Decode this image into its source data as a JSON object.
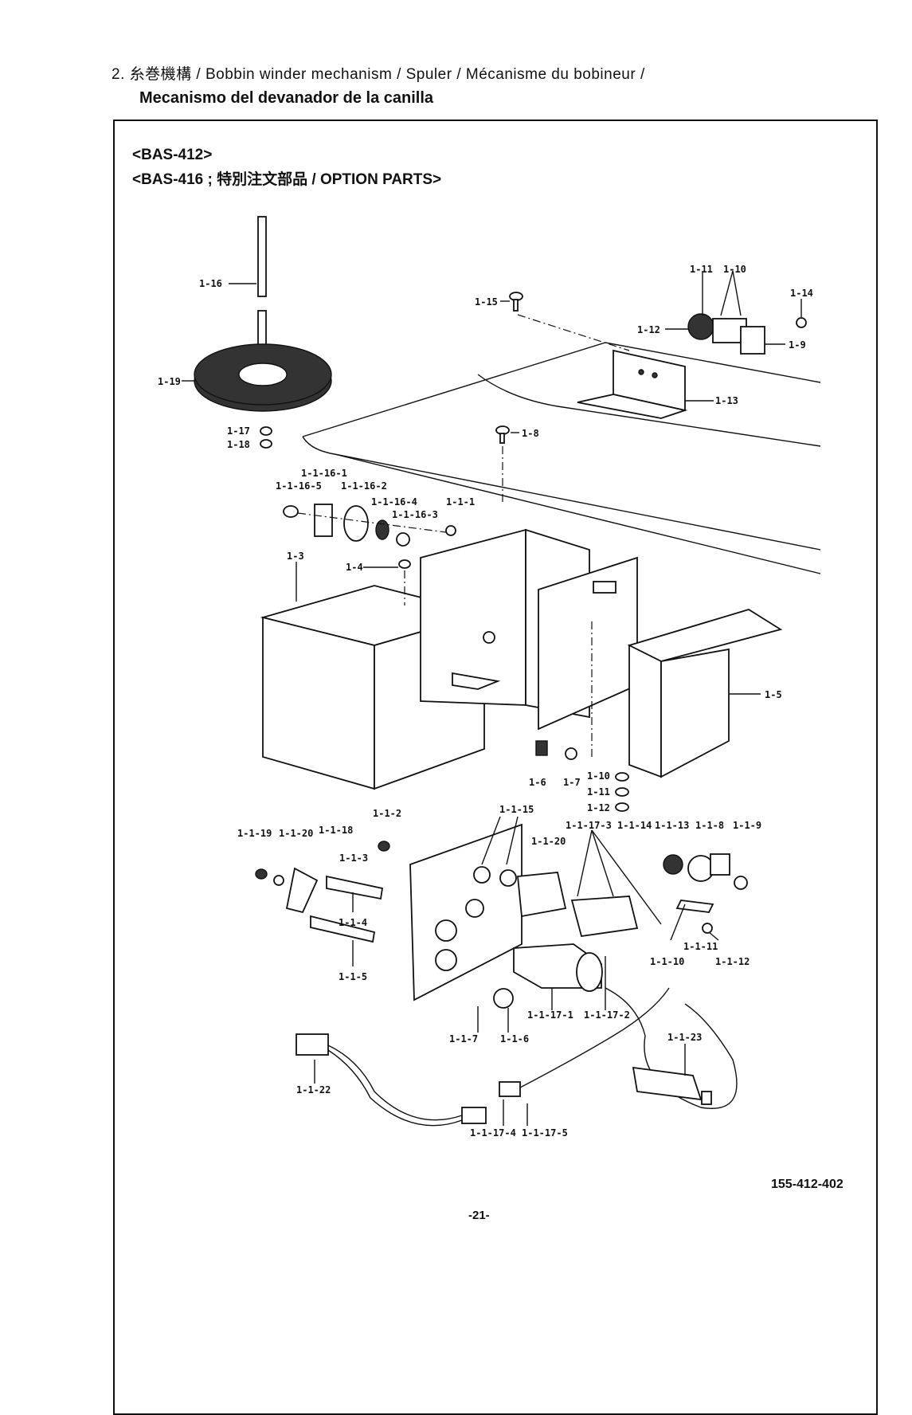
{
  "header": {
    "line1": "2. 糸巻機構 / Bobbin winder mechanism / Spuler / Mécanisme du bobineur /",
    "line2": "Mecanismo del devanador de la canilla"
  },
  "models": {
    "line1": "<BAS-412>",
    "line2": "<BAS-416 ; 特別注文部品 / OPTION PARTS>"
  },
  "part_labels": {
    "p1_16": "1-16",
    "p1_19": "1-19",
    "p1_17": "1-17",
    "p1_18": "1-18",
    "p1_15": "1-15",
    "p1_11": "1-11",
    "p1_10": "1-10",
    "p1_14": "1-14",
    "p1_12": "1-12",
    "p1_9": "1-9",
    "p1_13": "1-13",
    "p1_8": "1-8",
    "p1_1_16_1": "1-1-16-1",
    "p1_1_16_5": "1-1-16-5",
    "p1_1_16_2": "1-1-16-2",
    "p1_1_16_4": "1-1-16-4",
    "p1_1_16_3": "1-1-16-3",
    "p1_1_1": "1-1-1",
    "p1_3": "1-3",
    "p1_4": "1-4",
    "p1_5": "1-5",
    "p1_6": "1-6",
    "p1_7": "1-7",
    "p1_10b": "1-10",
    "p1_11b": "1-11",
    "p1_12b": "1-12",
    "p1_1_2": "1-1-2",
    "p1_1_15": "1-1-15",
    "p1_1_19": "1-1-19",
    "p1_1_20a": "1-1-20",
    "p1_1_18": "1-1-18",
    "p1_1_3": "1-1-3",
    "p1_1_4": "1-1-4",
    "p1_1_5": "1-1-5",
    "p1_1_20b": "1-1-20",
    "p1_1_17_3": "1-1-17-3",
    "p1_1_14": "1-1-14",
    "p1_1_13": "1-1-13",
    "p1_1_8": "1-1-8",
    "p1_1_9": "1-1-9",
    "p1_1_10": "1-1-10",
    "p1_1_11": "1-1-11",
    "p1_1_12": "1-1-12",
    "p1_1_17_1": "1-1-17-1",
    "p1_1_17_2": "1-1-17-2",
    "p1_1_7": "1-1-7",
    "p1_1_6": "1-1-6",
    "p1_1_23": "1-1-23",
    "p1_1_22": "1-1-22",
    "p1_1_17_4": "1-1-17-4",
    "p1_1_17_5": "1-1-17-5"
  },
  "footer": {
    "doc_number": "155-412-402",
    "page_number": "-21-"
  }
}
